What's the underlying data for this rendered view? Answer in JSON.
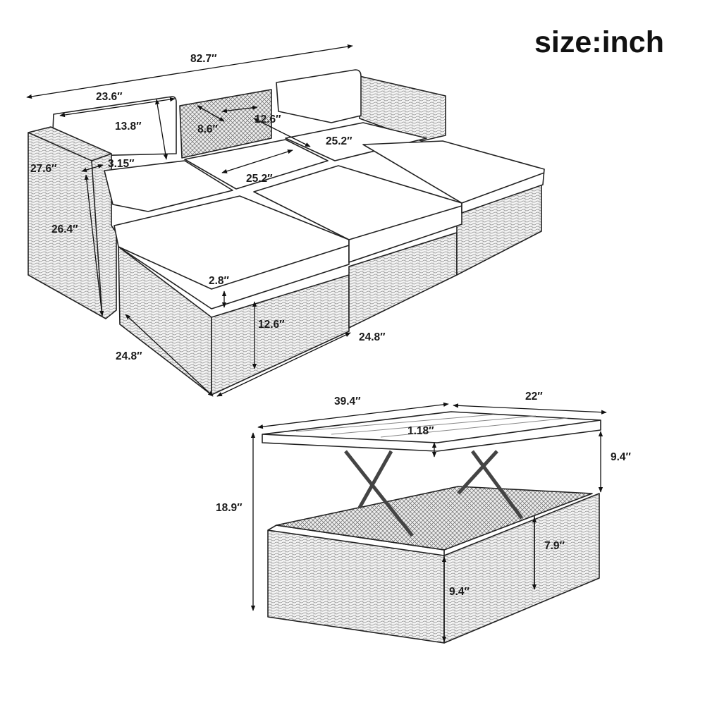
{
  "title": "size:inch",
  "sofa": {
    "overall_length": "82.7″",
    "back_width": "23.6″",
    "back_height": "13.8″",
    "armrest_width": "3.15″",
    "depth": "27.6″",
    "height": "26.4″",
    "pocket_depth": "8.6″",
    "pocket_width": "12.6″",
    "seat_depth_back": "25.2″",
    "seat_width": "25.2″",
    "cushion_thickness": "2.8″",
    "seat_height": "12.6″",
    "ottoman_width": "24.8″",
    "ottoman_depth": "24.8″"
  },
  "table": {
    "length": "39.4″",
    "width": "22″",
    "top_thickness": "1.18″",
    "lift_height": "9.4″",
    "overall_height": "18.9″",
    "inner_depth": "7.9″",
    "base_height": "9.4″"
  }
}
